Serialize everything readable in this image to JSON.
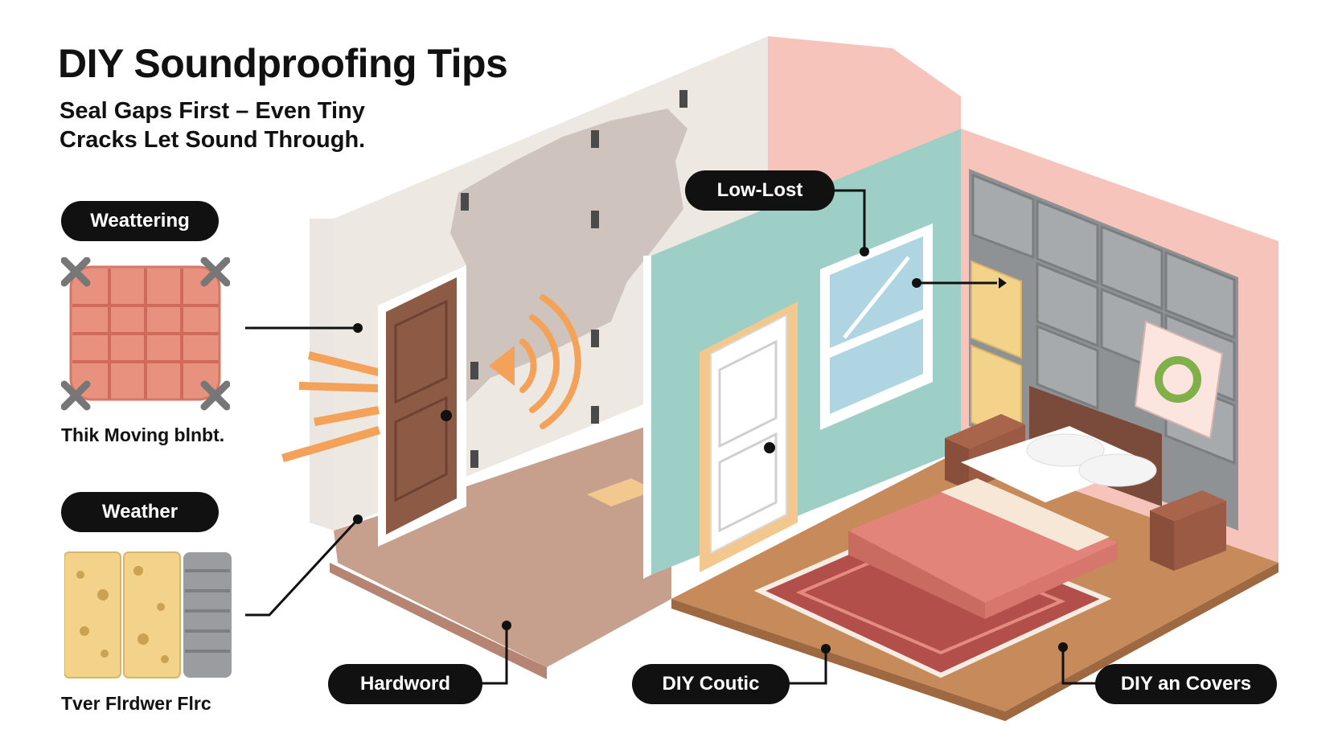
{
  "title": "DIY Soundproofing Tips",
  "subtitle": "Seal Gaps First – Even Tiny Cracks Let Sound Through.",
  "left_items": [
    {
      "label": "Weattering",
      "caption": "Thik Moving blnbt."
    },
    {
      "label": "Weather",
      "caption": "Tver Flrdwer Flrc"
    }
  ],
  "callouts": {
    "low_lost": "Low-Lost",
    "hardword": "Hardword",
    "diy_coutic": "DIY Coutic",
    "diy_covers": "DIY an Covers"
  },
  "colors": {
    "accent_orange": "#F4A259",
    "pill_black": "#111111",
    "teal_wall": "#9ECFC6",
    "blush_wall": "#F7C4BB",
    "blanket_pink": "#E9917F",
    "foam_yellow": "#F3D28A",
    "panel_gray": "#8F9295",
    "wood_floor": "#C78A5A",
    "rug_red": "#B24F4A",
    "bedspread": "#E2847A",
    "door_brown": "#8D5A45"
  },
  "icons": {
    "sound_waves": "sound-waves-icon",
    "recycle_sign": "recycle-icon"
  }
}
